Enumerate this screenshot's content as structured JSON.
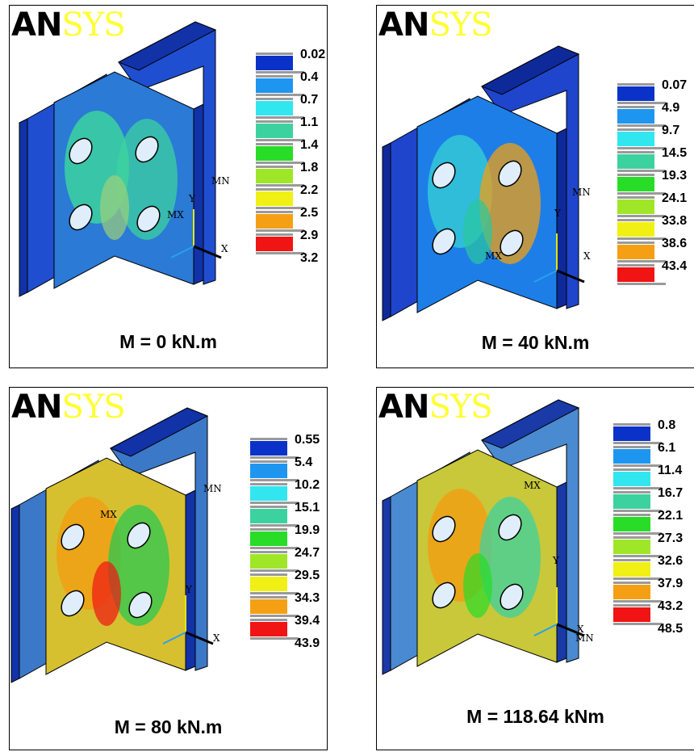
{
  "logo": {
    "part1": "AN",
    "part2": "SYS"
  },
  "axis_labels": {
    "y": "Y",
    "x": "X"
  },
  "colors": [
    "#0a32c8",
    "#1e96f0",
    "#32e6f0",
    "#3cd2a0",
    "#28dc28",
    "#a0e628",
    "#f0f014",
    "#f5a014",
    "#f01414"
  ],
  "panels": [
    {
      "caption": "M = 0 kN.m",
      "mn": "MN",
      "mx": "MX",
      "legend": [
        "0.02",
        "0.4",
        "0.7",
        "1.1",
        "1.4",
        "1.8",
        "2.2",
        "2.5",
        "2.9",
        "3.2"
      ]
    },
    {
      "caption": "M = 40 kN.m",
      "mn": "MN",
      "mx": "MX",
      "legend": [
        "0.07",
        "4.9",
        "9.7",
        "14.5",
        "19.3",
        "24.1",
        "33.8",
        "38.6",
        "43.4"
      ]
    },
    {
      "caption": "M = 80 kN.m",
      "mn": "MN",
      "mx": "MX",
      "legend": [
        "0.55",
        "5.4",
        "10.2",
        "15.1",
        "19.9",
        "24.7",
        "29.5",
        "34.3",
        "39.4",
        "43.9"
      ]
    },
    {
      "caption": "M = 118.64 kNm",
      "mn": "MN",
      "mx": "MX",
      "legend": [
        "0.8",
        "6.1",
        "11.4",
        "16.7",
        "22.1",
        "27.3",
        "32.6",
        "37.9",
        "43.2",
        "48.5"
      ]
    }
  ]
}
